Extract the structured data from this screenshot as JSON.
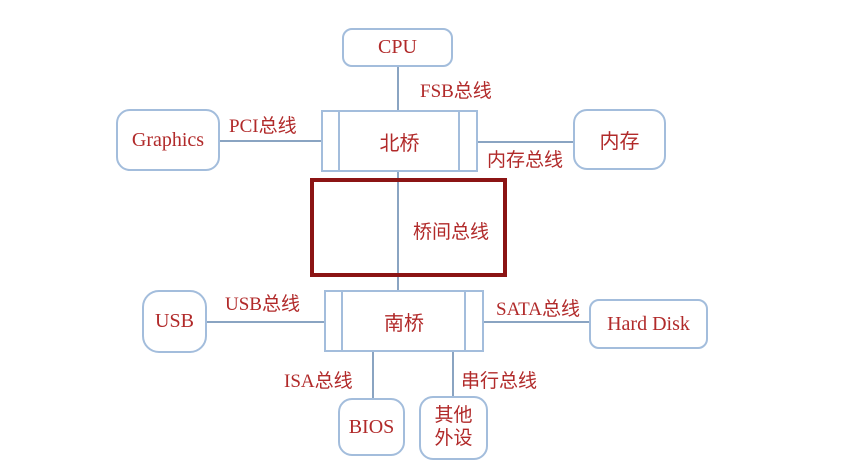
{
  "diagram": {
    "title": "Motherboard chipset bus architecture diagram",
    "nodes": {
      "cpu": {
        "label": "CPU"
      },
      "graphics": {
        "label": "Graphics"
      },
      "north_bridge": {
        "label": "北桥"
      },
      "memory": {
        "label": "内存"
      },
      "usb": {
        "label": "USB"
      },
      "south_bridge": {
        "label": "南桥"
      },
      "hard_disk": {
        "label": "Hard Disk"
      },
      "bios": {
        "label": "BIOS"
      },
      "other_peripherals": {
        "label_line1": "其他",
        "label_line2": "外设"
      }
    },
    "bus_labels": {
      "fsb": "FSB总线",
      "pci": "PCI总线",
      "memory": "内存总线",
      "bridge": "桥间总线",
      "usb": "USB总线",
      "sata": "SATA总线",
      "isa": "ISA总线",
      "serial": "串行总线"
    },
    "colors": {
      "box_border": "#a3bddc",
      "line": "#8aa4c2",
      "text": "#b12a2a",
      "highlight_border": "#8b1414",
      "background": "#ffffff"
    }
  }
}
